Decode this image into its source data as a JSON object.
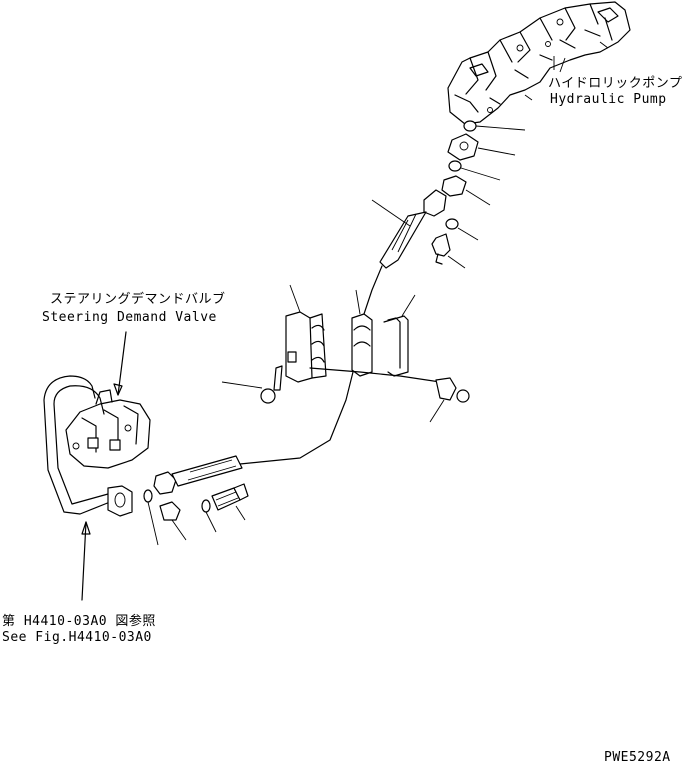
{
  "labels": {
    "hydraulic_pump_jp": "ハイドロリックポンプ",
    "hydraulic_pump_en": "Hydraulic Pump",
    "steering_valve_jp": "ステアリングデマンドバルブ",
    "steering_valve_en": "Steering Demand Valve",
    "see_fig_jp": "第 H4410-03A0 図参照",
    "see_fig_en": "See Fig.H4410-03A0",
    "drawing_code": "PWE5292A"
  },
  "colors": {
    "ink": "#000000",
    "paper": "#ffffff"
  }
}
